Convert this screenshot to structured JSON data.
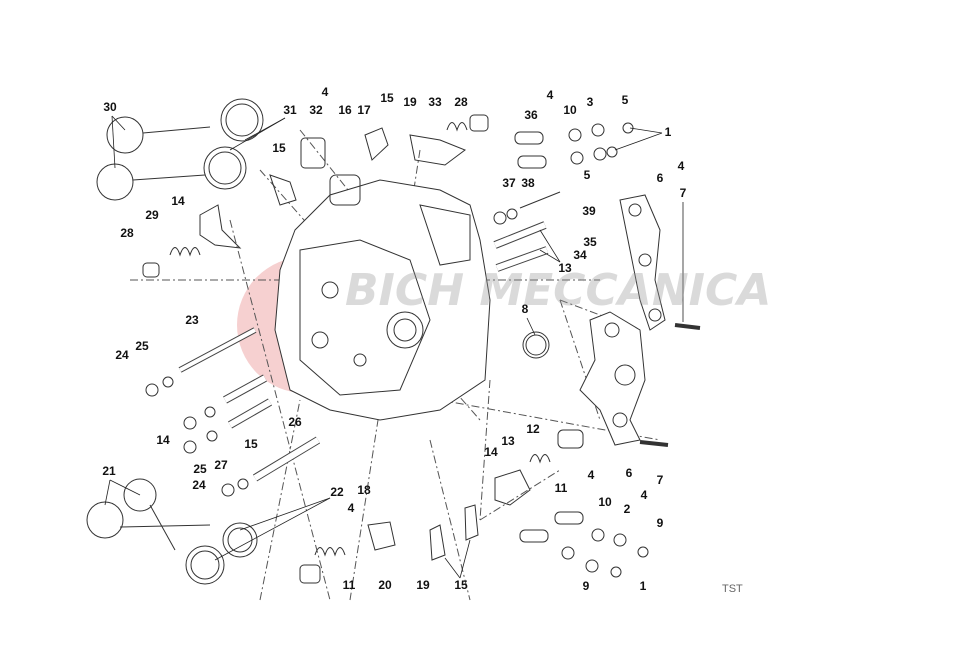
{
  "diagram": {
    "watermark": "BICH MECCANICA",
    "drawing_code": "TST",
    "callouts": [
      "30",
      "31",
      "4",
      "32",
      "16",
      "17",
      "15",
      "19",
      "33",
      "28",
      "4",
      "36",
      "10",
      "3",
      "5",
      "1",
      "5",
      "15",
      "14",
      "29",
      "28",
      "37",
      "38",
      "39",
      "35",
      "34",
      "13",
      "4",
      "6",
      "7",
      "8",
      "23",
      "25",
      "24",
      "14",
      "25",
      "27",
      "15",
      "26",
      "12",
      "13",
      "14",
      "4",
      "6",
      "7",
      "4",
      "11",
      "10",
      "2",
      "9",
      "9",
      "1",
      "21",
      "24",
      "22",
      "18",
      "4",
      "11",
      "20",
      "19",
      "15"
    ]
  }
}
